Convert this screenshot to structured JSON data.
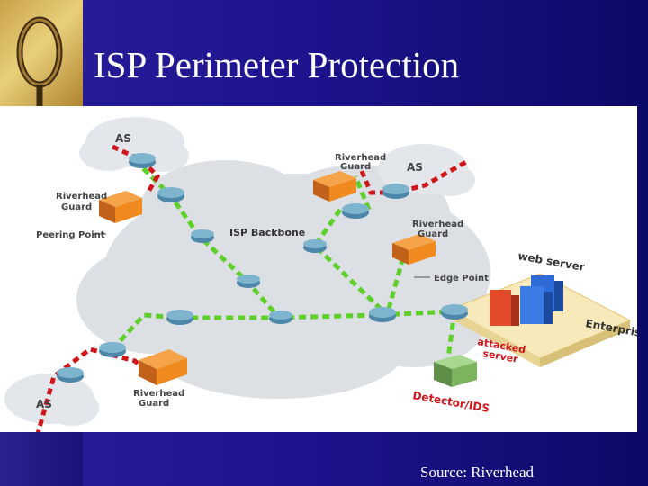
{
  "slide": {
    "title": "ISP Perimeter Protection",
    "source": "Source: Riverhead"
  },
  "diagram": {
    "labels": {
      "as_top": "AS",
      "as_right": "AS",
      "as_bottom": "AS",
      "guard_top": [
        "Riverhead",
        "Guard"
      ],
      "guard_left": [
        "Riverhead",
        "Guard"
      ],
      "guard_right": [
        "Riverhead",
        "Guard"
      ],
      "guard_bottom": [
        "Riverhead",
        "Guard"
      ],
      "peering_point": "Peering Point",
      "isp_backbone": "ISP Backbone",
      "web_server": "web server",
      "edge_point": "Edge Point",
      "enterprise": "Enterprise",
      "attacked_server": [
        "attacked",
        "server"
      ],
      "detector": "Detector/IDS"
    },
    "colors": {
      "attack_path": "#d0161b",
      "clean_path": "#5fcf2a",
      "guard_box": "#f08a1e",
      "cloud": "#d9dde3",
      "router": "#4c86a8",
      "server": "#2f6bd6"
    }
  }
}
